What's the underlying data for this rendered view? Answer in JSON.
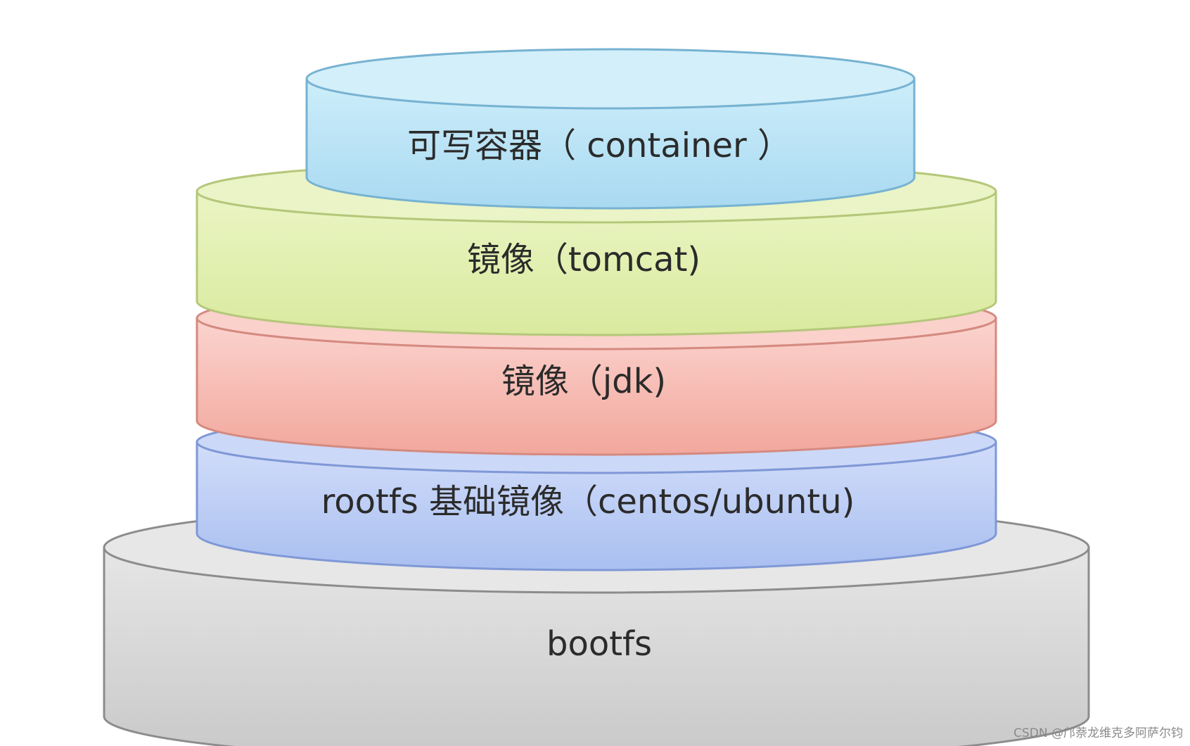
{
  "layers": {
    "container": {
      "label": "可写容器（ container ）",
      "color": "#b9e3f5"
    },
    "tomcat": {
      "label": "镜像（tomcat)",
      "color": "#e3f0b0"
    },
    "jdk": {
      "label": "镜像（jdk)",
      "color": "#f6c3bd"
    },
    "rootfs": {
      "label": "rootfs 基础镜像（centos/ubuntu)",
      "color": "#c3d3f5"
    },
    "bootfs": {
      "label": "bootfs",
      "color": "#dcdcdc"
    }
  },
  "watermark": "CSDN @邝萘龙维克多阿萨尔钧"
}
